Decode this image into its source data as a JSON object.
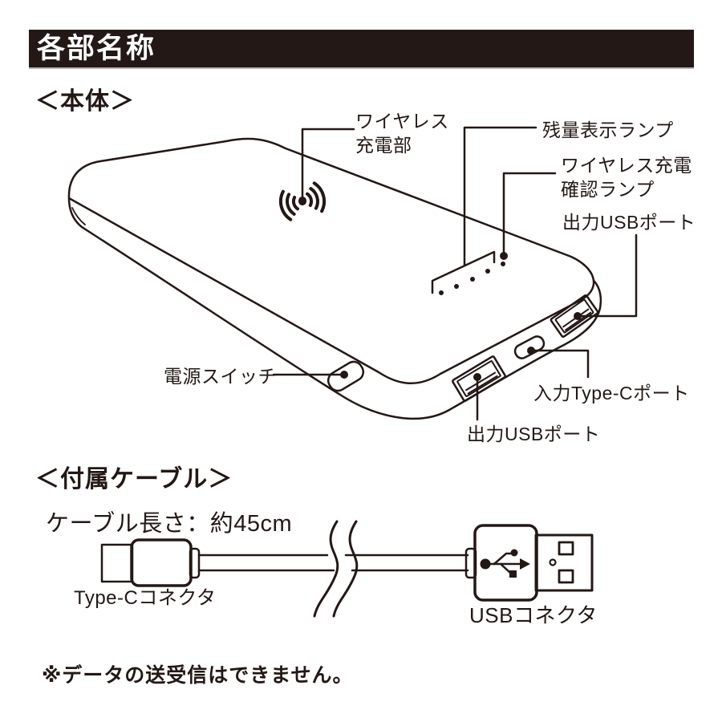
{
  "header": {
    "title": "各部名称"
  },
  "body_section": {
    "heading": "＜本体＞",
    "labels": {
      "wireless_charging_part": "ワイヤレス\n充電部",
      "battery_level_lamp": "残量表示ランプ",
      "wireless_charging_confirm_lamp": "ワイヤレス充電\n確認ランプ",
      "output_usb_port_top": "出力USBポート",
      "power_switch": "電源スイッチ",
      "input_typec_port": "入力Type-Cポート",
      "output_usb_port_bottom": "出力USBポート"
    }
  },
  "cable_section": {
    "heading": "＜付属ケーブル＞",
    "cable_length": "ケーブル長さ：約45cm",
    "labels": {
      "typec_connector": "Type-Cコネクタ",
      "usb_connector": "USBコネクタ"
    }
  },
  "note": "※データの送受信はできません。",
  "icons": {
    "wireless_charging": "wireless-charging-arcs",
    "usb_logo": "usb-trident"
  },
  "colors": {
    "ink": "#231815",
    "header_bg": "#231815",
    "header_text": "#ffffff",
    "header_underline": "#b5b5b6",
    "background": "#ffffff"
  }
}
